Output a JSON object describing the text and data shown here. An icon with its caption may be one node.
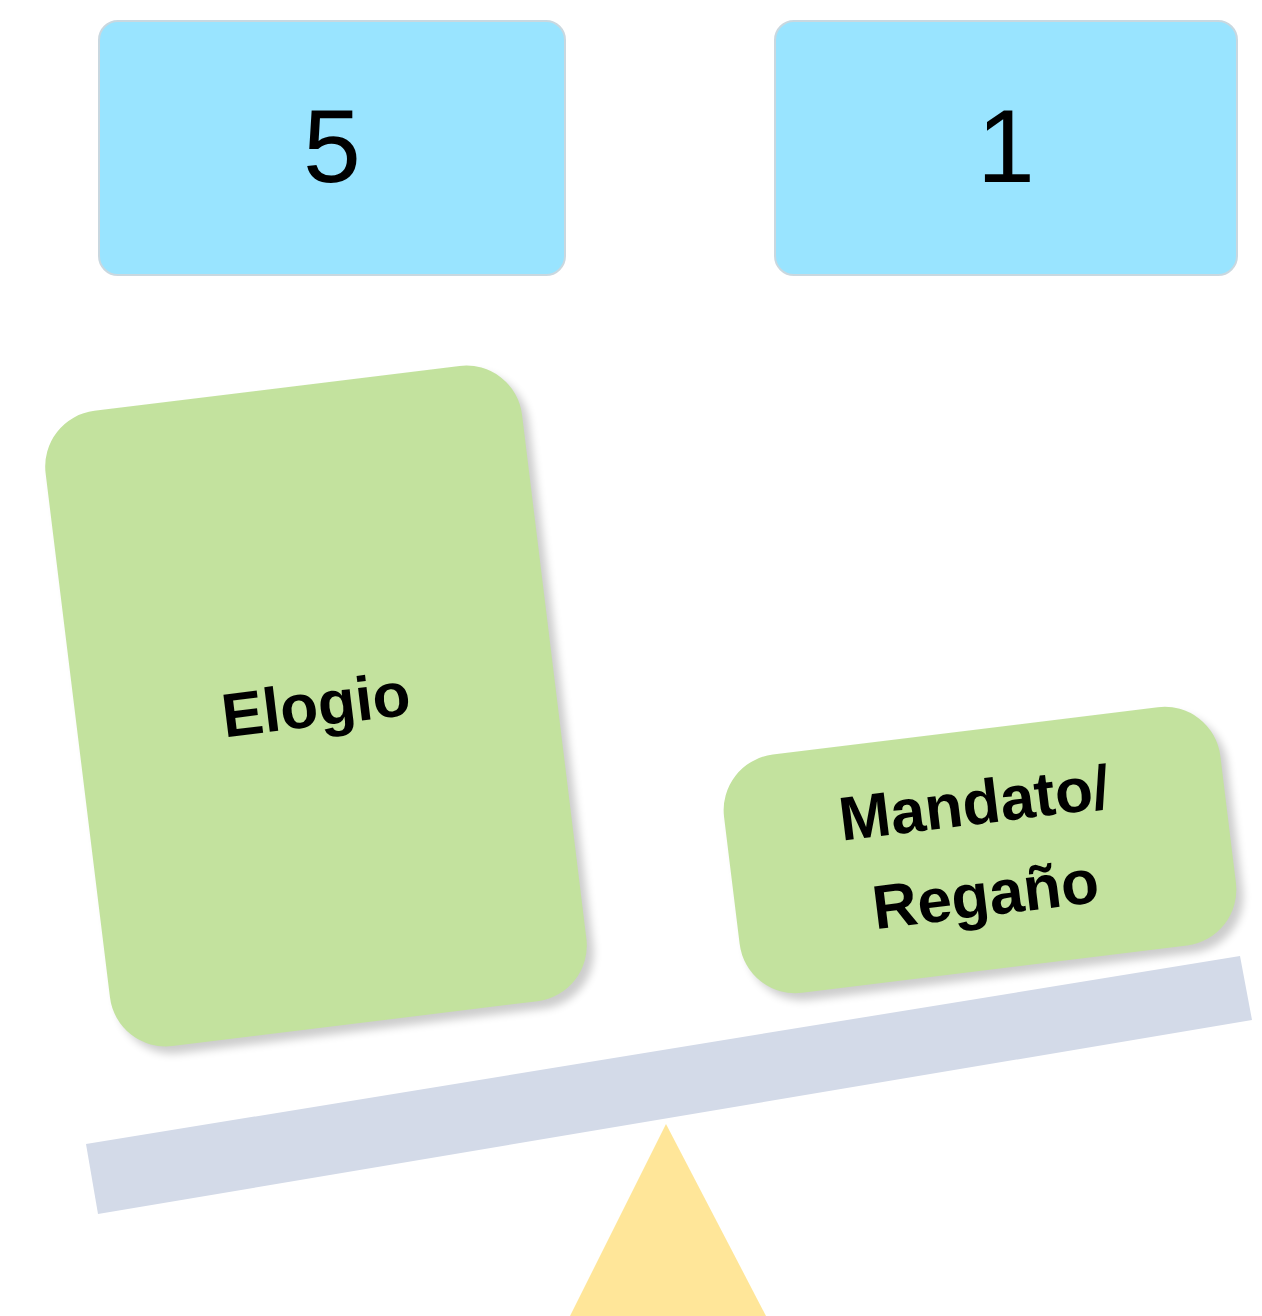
{
  "diagram": {
    "nodes": [
      {
        "text": [
          "5"
        ]
      },
      {
        "text": [
          "1"
        ]
      },
      {
        "text": [
          "Elogio"
        ]
      },
      {
        "text": [
          "Mandato/ Regaño"
        ]
      }
    ],
    "edges": []
  }
}
